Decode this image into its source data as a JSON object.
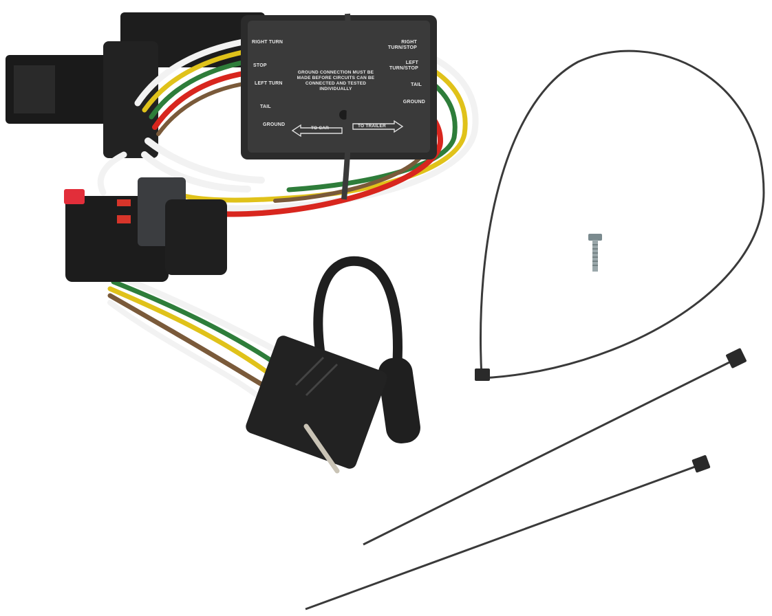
{
  "image": {
    "subject": "Trailer wiring harness kit",
    "module_labels": {
      "left": [
        "RIGHT TURN",
        "STOP",
        "LEFT TURN",
        "TAIL",
        "GROUND"
      ],
      "right": [
        "RIGHT TURN/STOP",
        "LEFT TURN/STOP",
        "TAIL",
        "GROUND"
      ],
      "center_note": "GROUND CONNECTION MUST BE MADE BEFORE CIRCUITS CAN BE CONNECTED AND TESTED INDIVIDUALLY",
      "arrow_left": "TO CAR",
      "arrow_right": "TO TRAILER"
    },
    "components": [
      "converter-module",
      "vehicle-connector",
      "vehicle-plug",
      "4-way-flat-connector",
      "dust-cap",
      "zip-tie-long-loop",
      "zip-tie-1",
      "zip-tie-2",
      "mounting-screw"
    ],
    "wire_colors": {
      "white": "#f2f2f2",
      "green": "#2e7d3a",
      "yellow": "#e0c21a",
      "brown": "#7a5a3a",
      "red": "#d8261e",
      "black": "#222222"
    }
  }
}
